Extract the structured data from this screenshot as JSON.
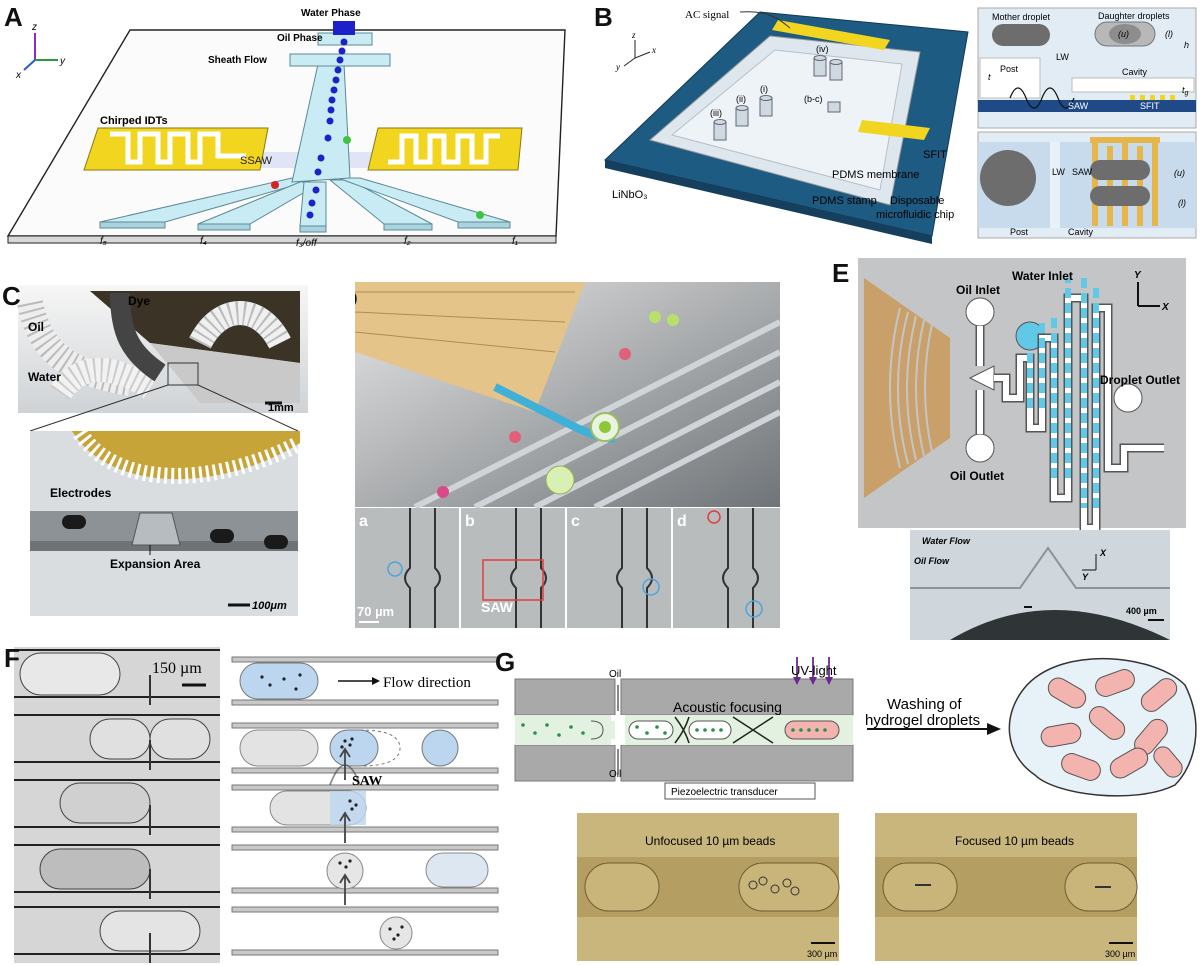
{
  "panels": {
    "A": {
      "letter": "A",
      "axes": {
        "z": "z",
        "y": "y",
        "x": "x"
      },
      "water_phase": "Water Phase",
      "oil_phase": "Oil Phase",
      "sheath_flow": "Sheath Flow",
      "chirped_idts": "Chirped IDTs",
      "ssaw": "SSAW",
      "outlets": [
        "f₅",
        "f₄",
        "f₃/off",
        "f₂",
        "f₁"
      ]
    },
    "B": {
      "letter": "B",
      "ac_signal": "AC signal",
      "axes": {
        "z": "z",
        "y": "y",
        "x": "x"
      },
      "posts": [
        "(iv)",
        "(i)",
        "(ii)",
        "(iii)",
        "(b-c)"
      ],
      "sfit": "SFIT",
      "pdms_membrane": "PDMS membrane",
      "pdms_stamp": "PDMS stamp",
      "disposable": "Disposable",
      "microfluidic_chip": "microfluidic chip",
      "substrate": "LiNbO₃",
      "mother_droplet": "Mother droplet",
      "daughter_droplets": "Daughter droplets",
      "u": "(u)",
      "l": "(l)",
      "h": "h",
      "t": "t",
      "tg": "t",
      "tg_sub": "g",
      "lw": "LW",
      "post": "Post",
      "cavity": "Cavity",
      "saw": "SAW",
      "sfit_small": "SFIT",
      "lw2": "LW",
      "saw2": "SAW",
      "post2": "Post",
      "cavity2": "Cavity",
      "u2": "(u)",
      "l2": "(l)"
    },
    "C": {
      "letter": "C",
      "oil": "Oil",
      "dye": "Dye",
      "water": "Water",
      "scale1": "1mm",
      "electrodes": "Electrodes",
      "expansion": "Expansion Area",
      "scale2": "100μm"
    },
    "D": {
      "letter": "D",
      "subs": [
        "a",
        "b",
        "c",
        "d"
      ],
      "scale": "70 µm",
      "saw": "SAW"
    },
    "E": {
      "letter": "E",
      "oil_inlet": "Oil Inlet",
      "water_inlet": "Water Inlet",
      "droplet_outlet": "Droplet Outlet",
      "oil_outlet": "Oil Outlet",
      "axis_y": "Y",
      "axis_x": "X",
      "water_flow": "Water Flow",
      "oil_flow": "Oil Flow",
      "axis2_x": "X",
      "axis2_y": "Y",
      "scale": "400 µm"
    },
    "F": {
      "letter": "F",
      "scale": "150 µm",
      "flow_direction": "Flow direction",
      "saw": "SAW"
    },
    "G": {
      "letter": "G",
      "oil_top": "Oil",
      "oil_bottom": "Oil",
      "acoustic_focusing": "Acoustic focusing",
      "uv_light": "UV-light",
      "piezo": "Piezoelectric transducer",
      "washing1": "Washing of",
      "washing2": "hydrogel droplets",
      "unfocused": "Unfocused 10 µm beads",
      "focused": "Focused 10 µm beads",
      "scale1": "300 µm",
      "scale2": "300 µm"
    }
  },
  "colors": {
    "gold": "#f1d51f",
    "channel": "#c9ecf4",
    "droplet_blue": "#1c22c8",
    "substrate": "#1e5b82",
    "pink": "#f3b3ae",
    "bead_green": "#2a8f4a",
    "uv_purple": "#6b2a8c"
  }
}
